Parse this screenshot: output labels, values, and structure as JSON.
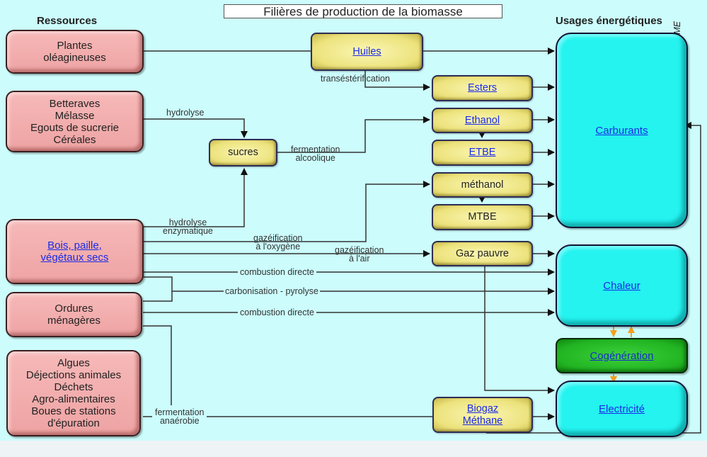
{
  "title": "Filières de production de la biomasse",
  "headings": {
    "resources": "Ressources",
    "uses": "Usages énergétiques"
  },
  "credit": "D'après ADEME",
  "resources": {
    "plantes": [
      "Plantes",
      "oléagineuses"
    ],
    "betteraves": [
      "Betteraves",
      "Mélasse",
      "Egouts de sucrerie",
      "Céréales"
    ],
    "bois": [
      "Bois, paille,",
      "végétaux secs"
    ],
    "ordures": [
      "Ordures",
      "ménagères"
    ],
    "algues": [
      "Algues",
      "Déjections animales",
      "Déchets",
      "Agro-alimentaires",
      "Boues de stations",
      "d'épuration"
    ]
  },
  "intermediates": {
    "huiles": "Huiles",
    "esters": "Esters",
    "ethanol": "Ethanol",
    "etbe": "ETBE",
    "methanol": "méthanol",
    "mtbe": "MTBE",
    "sucres": "sucres",
    "gaz_pauvre": "Gaz pauvre",
    "biogaz": [
      "Biogaz",
      "Méthane"
    ]
  },
  "uses": {
    "carburants": "Carburants",
    "chaleur": "Chaleur",
    "cogeneration": "Cogénération",
    "electricite": "Electricité"
  },
  "process_labels": {
    "transesterification": "transéstérification",
    "hydrolyse": "hydrolyse",
    "fermentation_alcoolique": [
      "fermentation",
      "alcoolique"
    ],
    "hydrolyse_enzymatique": [
      "hydrolyse",
      "enzymatique"
    ],
    "gazeification_oxygene": [
      "gazéification",
      "à l'oxygène"
    ],
    "gazeification_air": [
      "gazéification",
      "à l'air"
    ],
    "combustion_directe_1": "combustion directe",
    "carbonisation_pyrolyse": "carbonisation - pyrolyse",
    "combustion_directe_2": "combustion directe",
    "fermentation_anaerobie": [
      "fermentation",
      "anaérobie"
    ]
  },
  "colors": {
    "background": "#ccfcfc",
    "resource_box": "#f0a8a8",
    "intermediate_box": "#ece27c",
    "use_box": "#24f3f0",
    "cogeneration_box": "#22b422",
    "link": "#1b2be8",
    "cogeneration_arrow": "#f5a020"
  }
}
